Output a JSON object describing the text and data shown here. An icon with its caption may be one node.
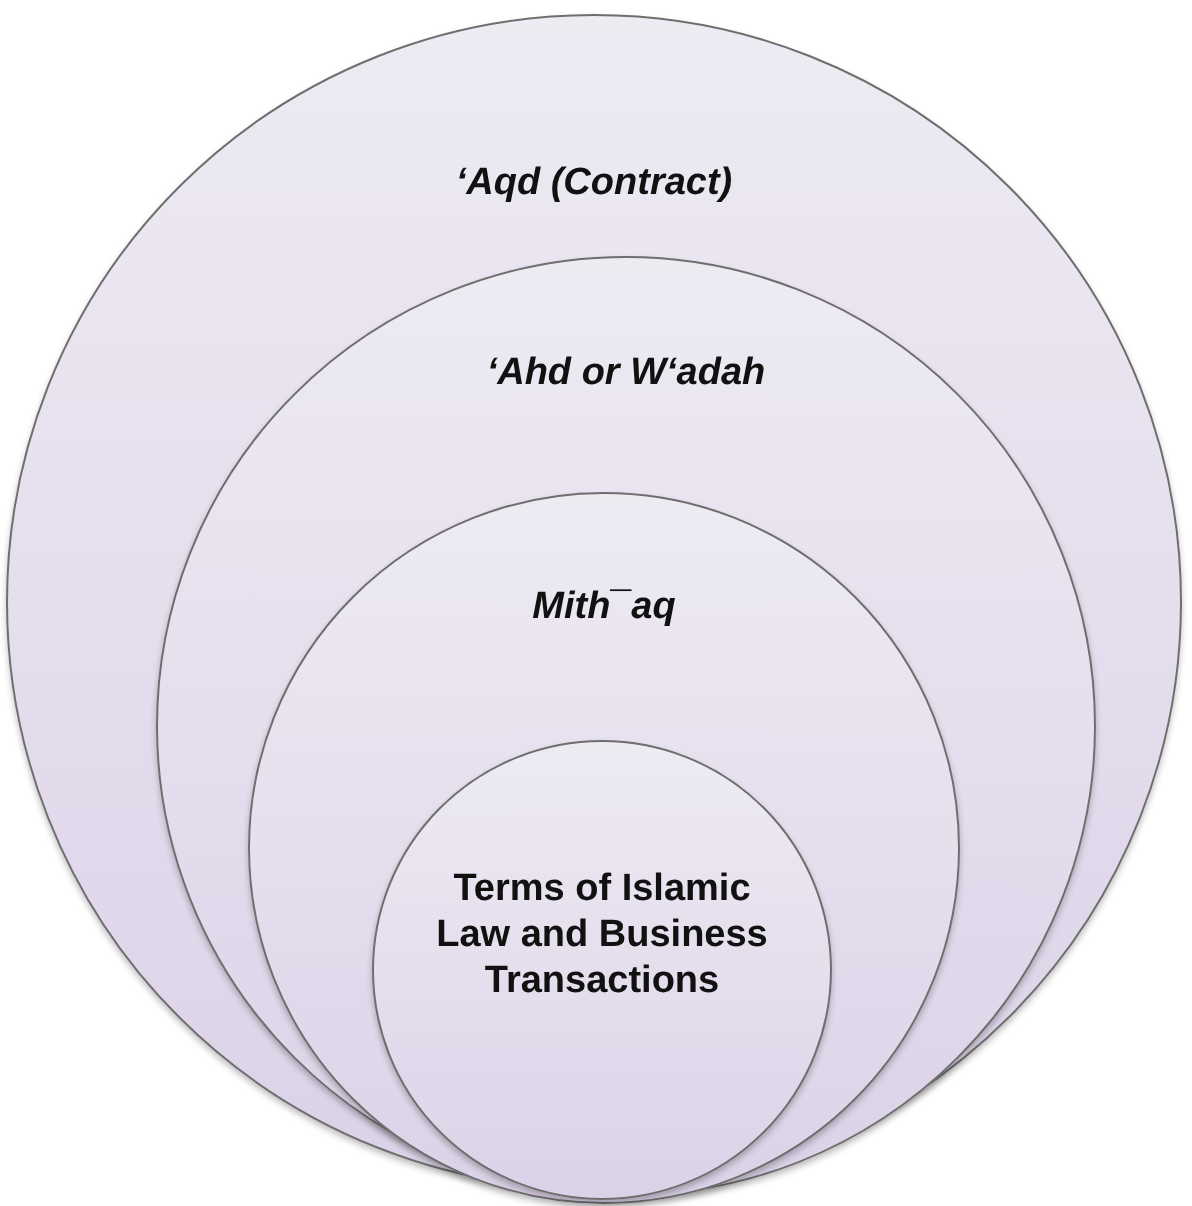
{
  "diagram": {
    "nodes": [
      {
        "text": [
          "‘Aqd (Contract)"
        ]
      },
      {
        "text": [
          "‘Ahd or W‘adah"
        ],
        "in": 0
      },
      {
        "text": [
          "Mith¯aq"
        ],
        "in": 1
      },
      {
        "text": [
          "Terms of Islamic Law and Business Transactions"
        ],
        "in": 2
      }
    ]
  }
}
